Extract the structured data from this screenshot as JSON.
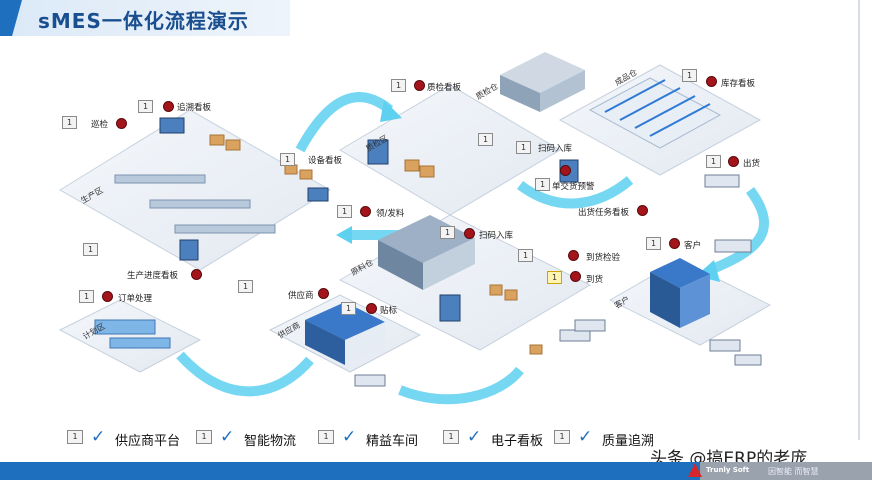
{
  "title": "sMES一体化流程演示",
  "zones": {
    "production": "生产区",
    "inspection": "质检区",
    "inspection_store": "质检仓",
    "finished_store": "成品仓",
    "raw_store": "原料仓",
    "plan": "计划区",
    "supplier_area": "供应商",
    "customer_area": "客户"
  },
  "nodes": {
    "patrol": "巡检",
    "trace_board": "追溯看板",
    "equipment_board": "设备看板",
    "quality_board": "质检看板",
    "scan_in_top": "扫码入库",
    "stock_board": "库存看板",
    "shipping": "出货",
    "single_report": "单交货预警",
    "ship_task_board": "出货任务看板",
    "pick_feed": "领/发料",
    "scan_in_raw": "扫码入库",
    "arrival_check": "到货检验",
    "arrival": "到货",
    "customer": "客户",
    "progress_board": "生产进度看板",
    "order_proc": "订单处理",
    "supplier": "供应商",
    "label": "贴标"
  },
  "badge_number": "1",
  "legend": [
    {
      "badge": "1",
      "label": "供应商平台"
    },
    {
      "badge": "1",
      "label": "智能物流"
    },
    {
      "badge": "1",
      "label": "精益车间"
    },
    {
      "badge": "1",
      "label": "电子看板"
    },
    {
      "badge": "1",
      "label": "质量追溯"
    }
  ],
  "footer": {
    "watermark": "头条 @搞ERP的老庞",
    "brand": "Trunly Soft",
    "slogan": "因智能 而智慧"
  },
  "colors": {
    "accent": "#1f6fbf",
    "marker": "#a3151b",
    "flow": "#5ed0f0"
  }
}
